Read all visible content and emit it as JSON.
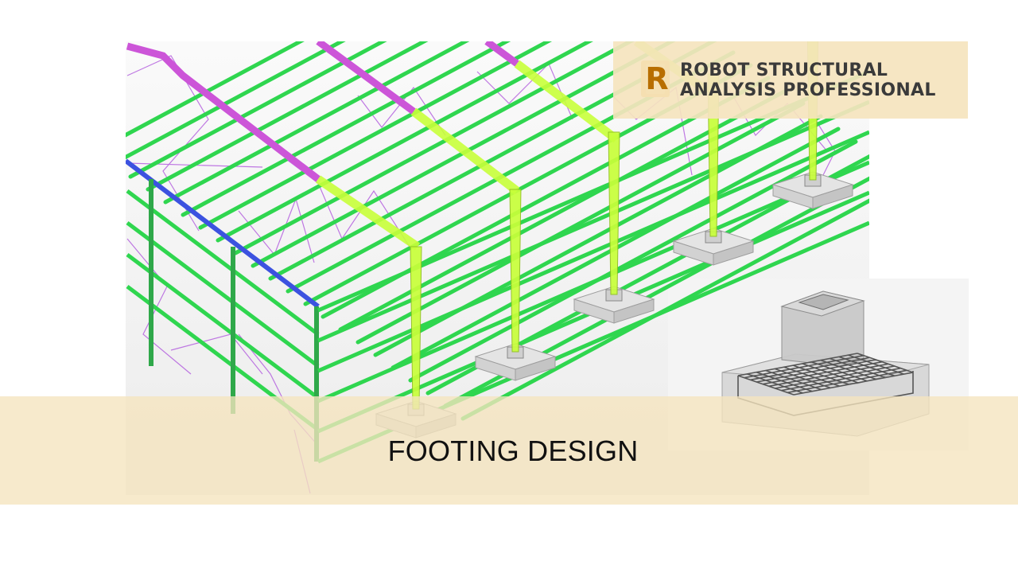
{
  "brand": {
    "logo_letter": "R",
    "line1": "ROBOT STRUCTURAL",
    "line2": "ANALYSIS PROFESSIONAL"
  },
  "caption": "FOOTING DESIGN",
  "colors": {
    "purlin": "#2fd64f",
    "rafter_magenta": "#cc55d8",
    "edge_blue": "#3c52e0",
    "column": "#c8ff3a",
    "bracing": "#b86ae0",
    "footing": "#cfcfcf",
    "caption_band": "#f5e4be"
  }
}
